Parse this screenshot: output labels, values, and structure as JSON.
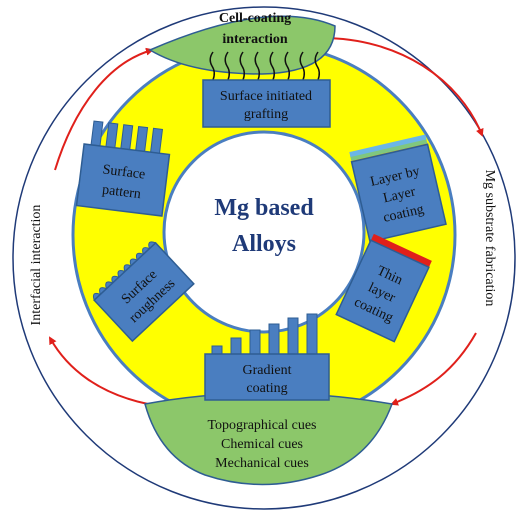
{
  "center": {
    "line1": "Mg based",
    "line2": "Alloys"
  },
  "top_lens": {
    "line1": "Cell-coating",
    "line2": "interaction"
  },
  "bottom_lens": {
    "line1": "Topographical cues",
    "line2": "Chemical cues",
    "line3": "Mechanical cues"
  },
  "outer_labels": {
    "left": "Interfacial interaction",
    "right": "Mg substrate fabrication"
  },
  "boxes": {
    "grafting": {
      "line1": "Surface initiated",
      "line2": "grafting"
    },
    "pattern": {
      "line1": "Surface",
      "line2": "pattern"
    },
    "layer": {
      "line1": "Layer by",
      "line2": "Layer",
      "line3": "coating"
    },
    "roughness": {
      "line1": "Surface",
      "line2": "roughness"
    },
    "thin": {
      "line1": "Thin",
      "line2": "layer",
      "line3": "coating"
    },
    "gradient": {
      "line1": "Gradient",
      "line2": "coating"
    }
  },
  "colors": {
    "ring_fill": "#ffff00",
    "box_fill": "#4a7ec0",
    "box_stroke": "#2e5d93",
    "lens_fill": "#8cc76a",
    "arrow": "#e0201b"
  }
}
